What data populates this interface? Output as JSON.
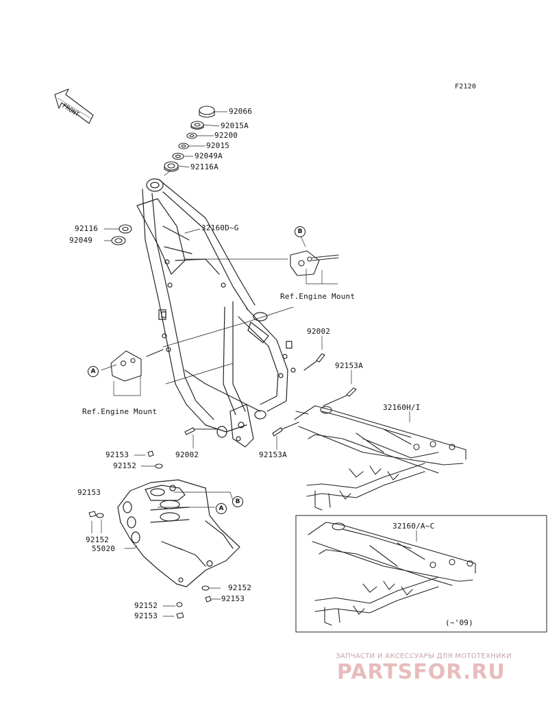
{
  "figure_code": "F2120",
  "front_label": "FRONT",
  "parts": {
    "p92066": "92066",
    "p92015A": "92015A",
    "p92200": "92200",
    "p92015": "92015",
    "p92049A": "92049A",
    "p92116A": "92116A",
    "p92116": "92116",
    "p92049": "92049",
    "p32160DG": "32160D~G",
    "p92002_top": "92002",
    "p92153A_top": "92153A",
    "p32160HI": "32160H/I",
    "p92002_bottom": "92002",
    "p92153A_bottom": "92153A",
    "p92153_a": "92153",
    "p92152_a": "92152",
    "p92153_b": "92153",
    "p92152_b": "92152",
    "p55020": "55020",
    "p92152_c": "92152",
    "p92153_c": "92153",
    "p92152_d": "92152",
    "p92153_d": "92153",
    "p32160AC": "32160/A~C"
  },
  "refs": {
    "engine_mount_right": "Ref.Engine Mount",
    "engine_mount_left": "Ref.Engine Mount"
  },
  "callouts": {
    "A": "A",
    "B": "B"
  },
  "inset_note": "(~'09)",
  "watermark": {
    "line1": "ЗАПЧАСТИ И АКСЕССУАРЫ ДЛЯ МОТОТЕХНИКИ",
    "line2": "PARTSFOR.RU"
  }
}
